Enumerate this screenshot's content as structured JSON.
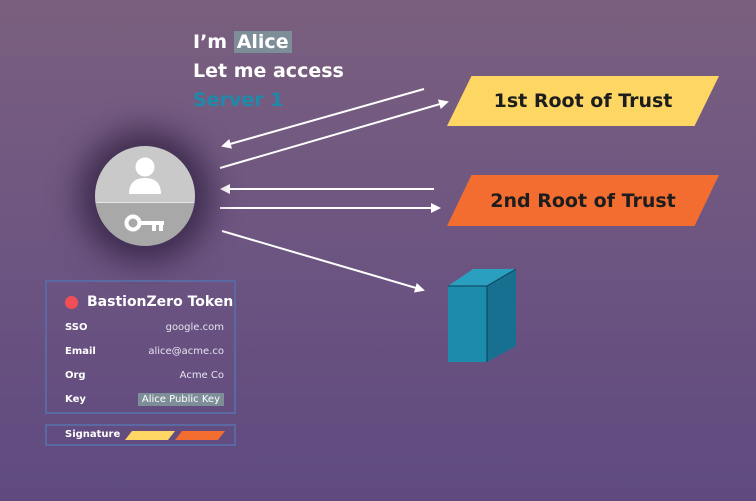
{
  "request": {
    "prefix": "I’m ",
    "name": "Alice",
    "line2": "Let me access",
    "line3": "Server 1"
  },
  "roots": [
    {
      "label": "1st Root of Trust",
      "color": "#fdd663"
    },
    {
      "label": "2nd Root of Trust",
      "color": "#f26d2f"
    }
  ],
  "token": {
    "title": "BastionZero Token",
    "rows": [
      {
        "key": "SSO",
        "value": "google.com"
      },
      {
        "key": "Email",
        "value": "alice@acme.co"
      },
      {
        "key": "Org",
        "value": "Acme Co"
      },
      {
        "key": "Key",
        "value": "Alice Public Key"
      }
    ],
    "signature_label": "Signature"
  },
  "icons": [
    "user-icon",
    "key-icon",
    "server-icon",
    "status-dot-icon"
  ],
  "colors": {
    "root1": "#fdd663",
    "root2": "#f26d2f",
    "server": "#1f89aa",
    "dot": "#f04f58",
    "border": "#5b69a3",
    "highlight": "#7d8e98"
  }
}
